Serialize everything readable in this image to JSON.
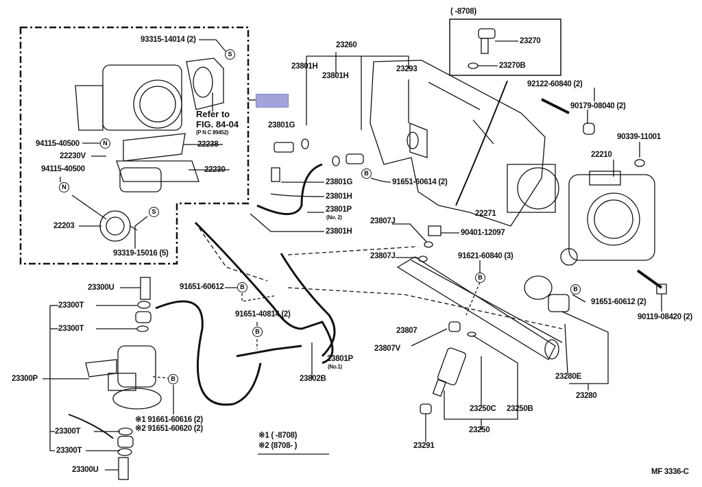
{
  "diagram": {
    "figure_code": "MF 3336-C",
    "highlight_color": "#a3a3dc",
    "labels": {
      "p93315_14014": "93315-14014 (2)",
      "refer_1": "Refer to",
      "refer_2": "FIG. 84-04",
      "refer_3": "(P N C 89452)",
      "p94115_40500_a": "94115-40500",
      "p22238": "22238",
      "p22230V": "22230V",
      "p94115_40500_b": "94115-40500",
      "p22230": "22230",
      "p22203": "22203",
      "p93319_15016": "93319-15016 (5)",
      "p23260": "23260",
      "p23801H_a": "23801H",
      "p23801H_b": "23801H",
      "p23293": "23293",
      "p23801G_a": "23801G",
      "p23801G_b": "23801G",
      "p23801H_c": "23801H",
      "p23801P_2": "23801P",
      "no2": "(No. 2)",
      "p23801H_d": "23801H",
      "p91651_60614": "91651-60614 (2)",
      "date_box": "(      -8708)",
      "p23270": "23270",
      "p23270B": "23270B",
      "p92122_60840": "92122-60840 (2)",
      "p90179_08040": "90179-08040 (2)",
      "p90339_11001": "90339-11001",
      "p22210": "22210",
      "p22271": "22271",
      "p23807J_a": "23807J",
      "p90401_12097": "90401-12097",
      "p23807J_b": "23807J",
      "p91621_60840": "91621-60840 (3)",
      "p23300U_a": "23300U",
      "p91651_60612_a": "91651-60612",
      "p23300T_a": "23300T",
      "p23300T_b": "23300T",
      "p91651_40814": "91651-40814 (2)",
      "p23300P": "23300P",
      "p23801P_1": "23801P",
      "no1": "(No.1)",
      "p23802B": "23802B",
      "p23807": "23807",
      "p23807V": "23807V",
      "p91651_60612_b": "91651-60612 (2)",
      "p90119_08420": "90119-08420 (2)",
      "p23280E": "23280E",
      "p23280": "23280",
      "p91661_60616": "※1 91661-60616 (2)",
      "p91651_60620": "※2 91651-60620 (2)",
      "p23300T_c": "23300T",
      "p23300T_d": "23300T",
      "note1": "※1 (        -8708)",
      "note2": "※2 (8708-        )",
      "p23250C": "23250C",
      "p23250B": "23250B",
      "p23250": "23250",
      "p23300U_b": "23300U",
      "p23291": "23291"
    },
    "symbols": {
      "S": "S",
      "N": "N",
      "B": "B"
    }
  }
}
